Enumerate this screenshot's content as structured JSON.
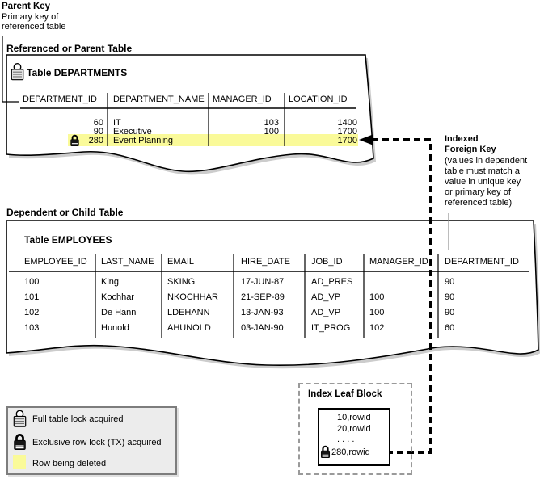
{
  "annotations": {
    "parent_key": {
      "title": "Parent Key",
      "lines": [
        "Primary key of",
        "referenced table"
      ]
    },
    "indexed_foreign_key": {
      "title_lines": [
        "Indexed",
        "Foreign Key"
      ],
      "body_lines": [
        "(values in dependent",
        "table must match a",
        "value in unique key",
        "or primary key of",
        "referenced table)"
      ]
    }
  },
  "parent_section": {
    "heading": "Referenced or Parent Table",
    "table_title": "Table DEPARTMENTS",
    "columns": [
      "DEPARTMENT_ID",
      "DEPARTMENT_NAME",
      "MANAGER_ID",
      "LOCATION_ID"
    ],
    "rows": [
      {
        "department_id": "60",
        "department_name": "IT",
        "manager_id": "103",
        "location_id": "1400",
        "locked": false,
        "highlighted": false
      },
      {
        "department_id": "90",
        "department_name": "Executive",
        "manager_id": "100",
        "location_id": "1700",
        "locked": false,
        "highlighted": false
      },
      {
        "department_id": "280",
        "department_name": "Event Planning",
        "manager_id": "",
        "location_id": "1700",
        "locked": true,
        "highlighted": true
      }
    ]
  },
  "child_section": {
    "heading": "Dependent or Child Table",
    "table_title": "Table EMPLOYEES",
    "columns": [
      "EMPLOYEE_ID",
      "LAST_NAME",
      "EMAIL",
      "HIRE_DATE",
      "JOB_ID",
      "MANAGER_ID",
      "DEPARTMENT_ID"
    ],
    "rows": [
      {
        "employee_id": "100",
        "last_name": "King",
        "email": "SKING",
        "hire_date": "17-JUN-87",
        "job_id": "AD_PRES",
        "manager_id": "",
        "department_id": "90"
      },
      {
        "employee_id": "101",
        "last_name": "Kochhar",
        "email": "NKOCHHAR",
        "hire_date": "21-SEP-89",
        "job_id": "AD_VP",
        "manager_id": "100",
        "department_id": "90"
      },
      {
        "employee_id": "102",
        "last_name": "De Hann",
        "email": "LDEHANN",
        "hire_date": "13-JAN-93",
        "job_id": "AD_VP",
        "manager_id": "100",
        "department_id": "90"
      },
      {
        "employee_id": "103",
        "last_name": "Hunold",
        "email": "AHUNOLD",
        "hire_date": "03-JAN-90",
        "job_id": "IT_PROG",
        "manager_id": "102",
        "department_id": "60"
      }
    ]
  },
  "index_leaf_block": {
    "title": "Index Leaf Block",
    "entries": [
      "10,rowid",
      "20,rowid",
      ". . . .",
      "280,rowid"
    ]
  },
  "legend": {
    "items": [
      {
        "icon": "full-table-lock-icon",
        "label": "Full table lock acquired"
      },
      {
        "icon": "exclusive-row-lock-icon",
        "label": "Exclusive row lock (TX) acquired"
      },
      {
        "icon": "row-deleted-swatch",
        "label": "Row being deleted"
      }
    ]
  },
  "colors": {
    "highlight_yellow": "#FAFA99",
    "legend_background": "#ECECEC",
    "paper_shadow": "#CCCCCC",
    "dashed_outline_gray": "#999999"
  }
}
